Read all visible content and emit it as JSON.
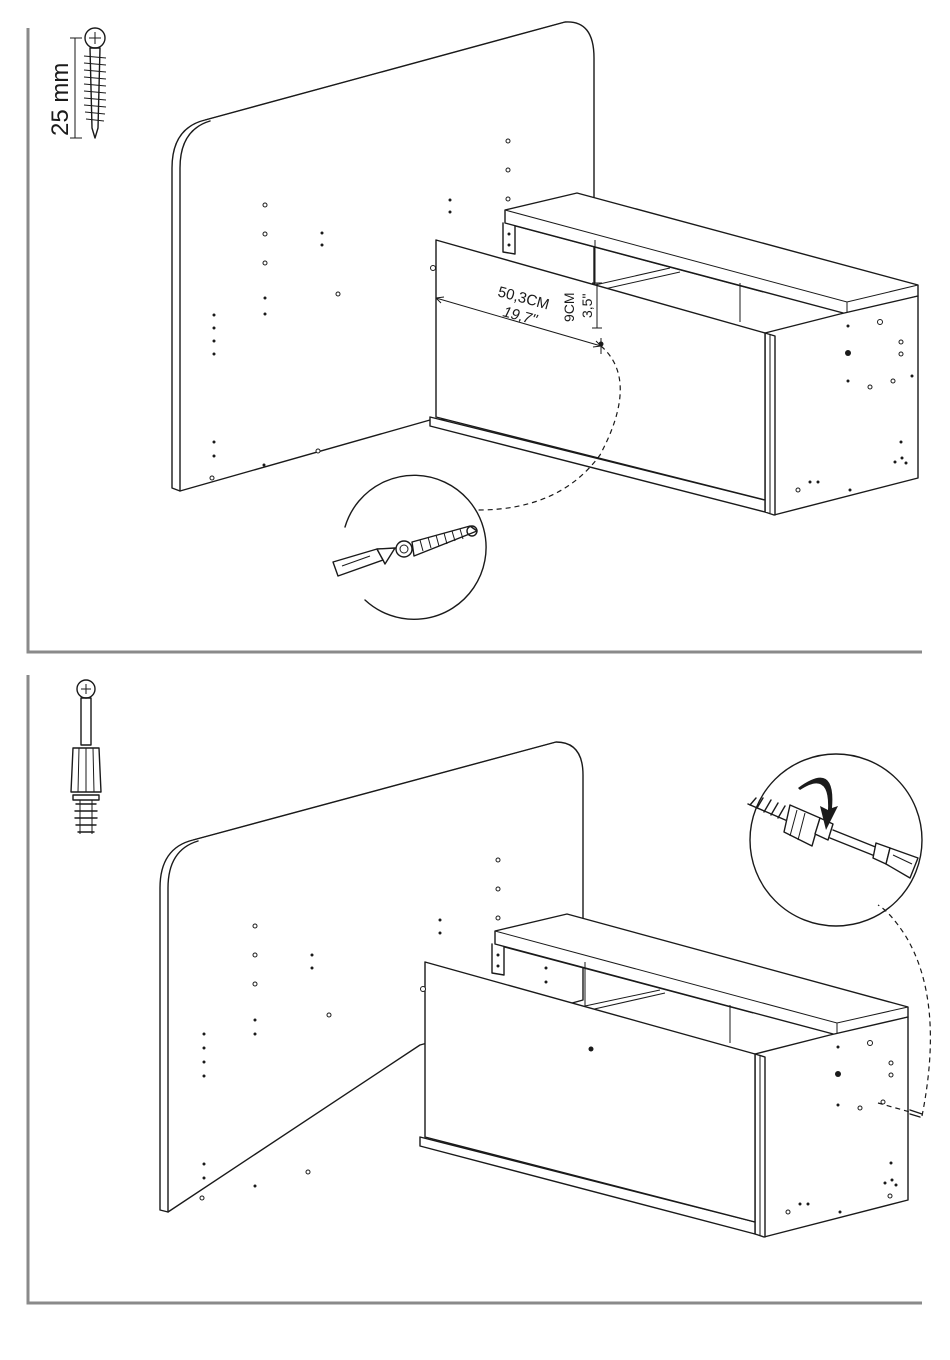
{
  "step1": {
    "screw_length_label": "25 mm",
    "width_cm_label": "50,3CM",
    "width_in_label": "19,7\"",
    "height_cm_label": "9CM",
    "height_in_label": "3,5\""
  },
  "step2": {},
  "colors": {
    "line": "#1a1a1a",
    "frame": "#8a8a8a",
    "background": "#ffffff"
  },
  "icons": [
    "wood-screw-icon",
    "cam-bolt-icon",
    "screwdriver-icon",
    "magnifier-callout-icon"
  ]
}
